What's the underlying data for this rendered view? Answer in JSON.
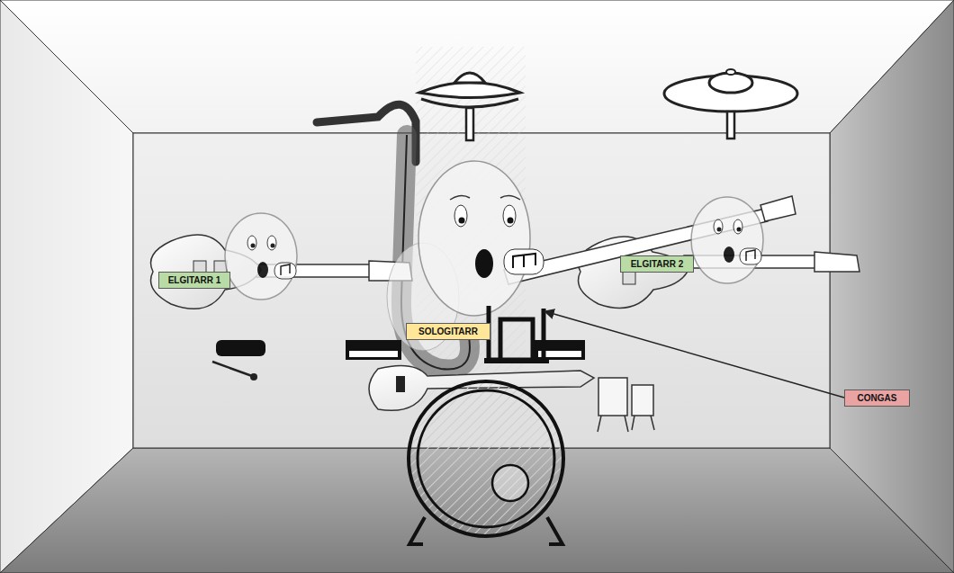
{
  "diagram": {
    "nodes": [
      {
        "text": [
          "ELGITARR 1"
        ]
      },
      {
        "text": [
          "ELGITARR 2"
        ]
      },
      {
        "text": [
          "SOLOGITARR"
        ]
      },
      {
        "text": [
          "CONGAS"
        ]
      }
    ]
  }
}
